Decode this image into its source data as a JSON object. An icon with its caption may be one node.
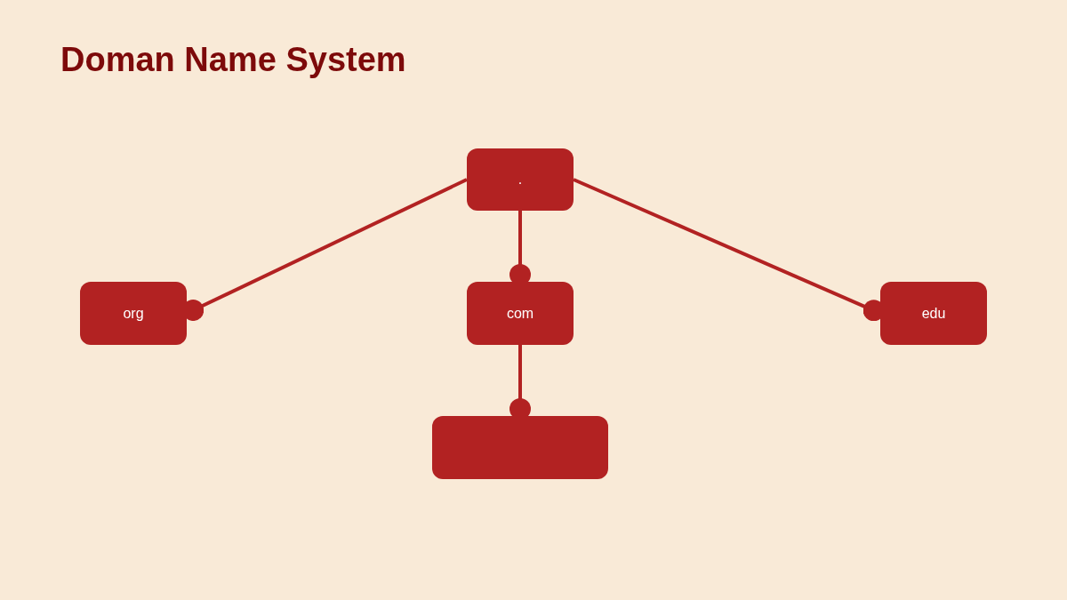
{
  "diagram": {
    "title": "Doman Name System",
    "nodes": [
      {
        "text": [
          "."
        ]
      },
      {
        "text": [
          "org"
        ]
      },
      {
        "text": [
          "com"
        ]
      },
      {
        "text": [
          "edu"
        ]
      },
      {
        "text": [],
        "shape": "box"
      }
    ],
    "edges": [
      {
        "from": 0,
        "to": 1,
        "arrow": "other"
      },
      {
        "from": 0,
        "to": 2,
        "arrow": "other"
      },
      {
        "from": 0,
        "to": 3,
        "arrow": "other"
      },
      {
        "from": 2,
        "to": 4,
        "arrow": "other"
      }
    ]
  }
}
